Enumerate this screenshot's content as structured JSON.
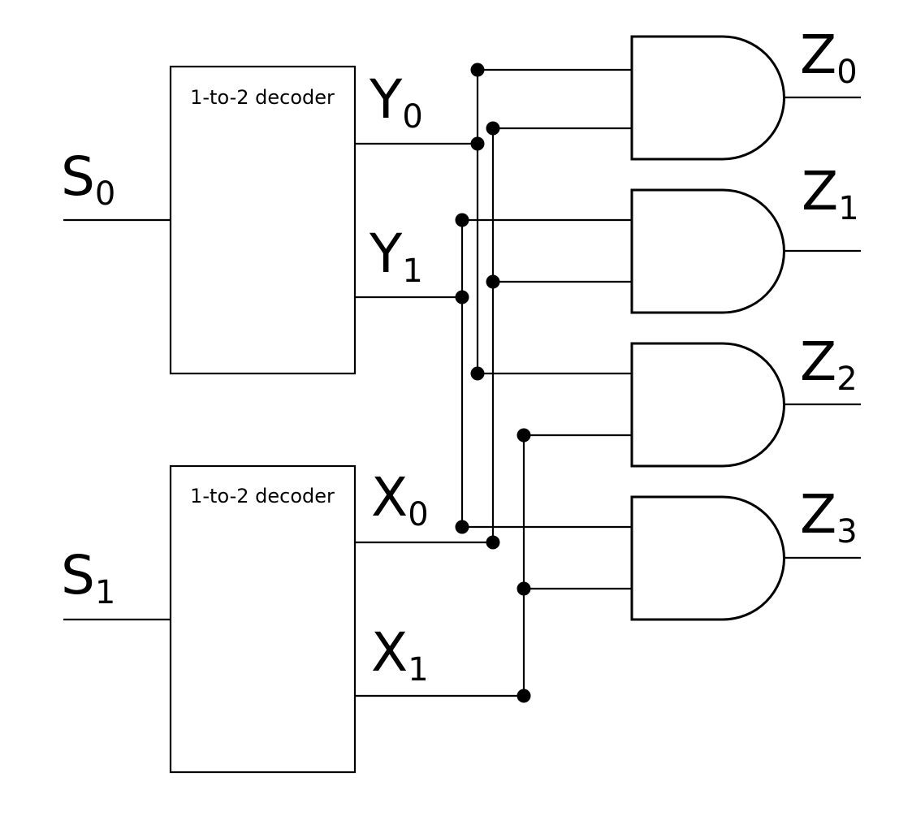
{
  "decoders": [
    {
      "title": "1-to-2 decoder",
      "input": {
        "letter": "S",
        "index": "0"
      },
      "outputs": [
        {
          "letter": "Y",
          "index": "0"
        },
        {
          "letter": "Y",
          "index": "1"
        }
      ]
    },
    {
      "title": "1-to-2 decoder",
      "input": {
        "letter": "S",
        "index": "1"
      },
      "outputs": [
        {
          "letter": "X",
          "index": "0"
        },
        {
          "letter": "X",
          "index": "1"
        }
      ]
    }
  ],
  "gates": [
    {
      "letter": "Z",
      "index": "0"
    },
    {
      "letter": "Z",
      "index": "1"
    },
    {
      "letter": "Z",
      "index": "2"
    },
    {
      "letter": "Z",
      "index": "3"
    }
  ]
}
